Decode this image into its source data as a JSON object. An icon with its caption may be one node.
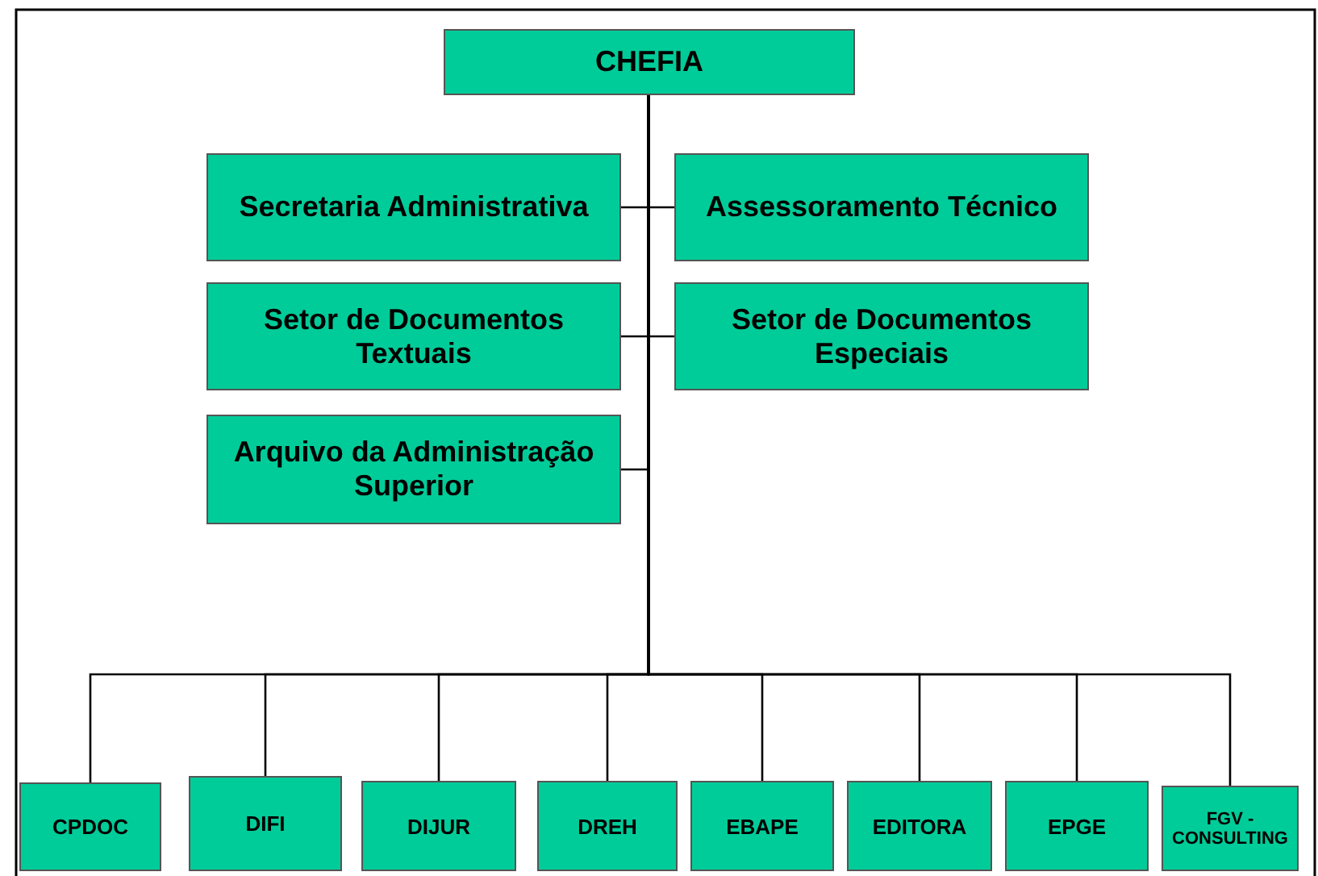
{
  "diagram": {
    "nodes": [
      {
        "text": [
          "CHEFIA"
        ]
      },
      {
        "text": [
          "Secretaria Administrativa"
        ]
      },
      {
        "text": [
          "Assessoramento Técnico"
        ]
      },
      {
        "text": [
          "Setor de Documentos Textuais"
        ]
      },
      {
        "text": [
          "Setor de Documentos Especiais"
        ]
      },
      {
        "text": [
          "Arquivo da Administração Superior"
        ]
      },
      {
        "text": [
          "CPDOC"
        ]
      },
      {
        "text": [
          "DIFI"
        ]
      },
      {
        "text": [
          "DIJUR"
        ]
      },
      {
        "text": [
          "DREH"
        ]
      },
      {
        "text": [
          "EBAPE"
        ]
      },
      {
        "text": [
          "EDITORA"
        ]
      },
      {
        "text": [
          "EPGE"
        ]
      },
      {
        "text": [
          "FGV - CONSULTING"
        ]
      }
    ],
    "edges": [
      {
        "from": 0,
        "to": 1,
        "arrow": "none"
      },
      {
        "from": 0,
        "to": 2,
        "arrow": "none"
      },
      {
        "from": 0,
        "to": 3,
        "arrow": "none"
      },
      {
        "from": 0,
        "to": 4,
        "arrow": "none"
      },
      {
        "from": 0,
        "to": 5,
        "arrow": "none"
      },
      {
        "from": 0,
        "to": 6,
        "arrow": "none"
      },
      {
        "from": 0,
        "to": 7,
        "arrow": "none"
      },
      {
        "from": 0,
        "to": 8,
        "arrow": "none"
      },
      {
        "from": 0,
        "to": 9,
        "arrow": "none"
      },
      {
        "from": 0,
        "to": 10,
        "arrow": "none"
      },
      {
        "from": 0,
        "to": 11,
        "arrow": "none"
      },
      {
        "from": 0,
        "to": 12,
        "arrow": "none"
      },
      {
        "from": 0,
        "to": 13,
        "arrow": "none"
      }
    ]
  }
}
